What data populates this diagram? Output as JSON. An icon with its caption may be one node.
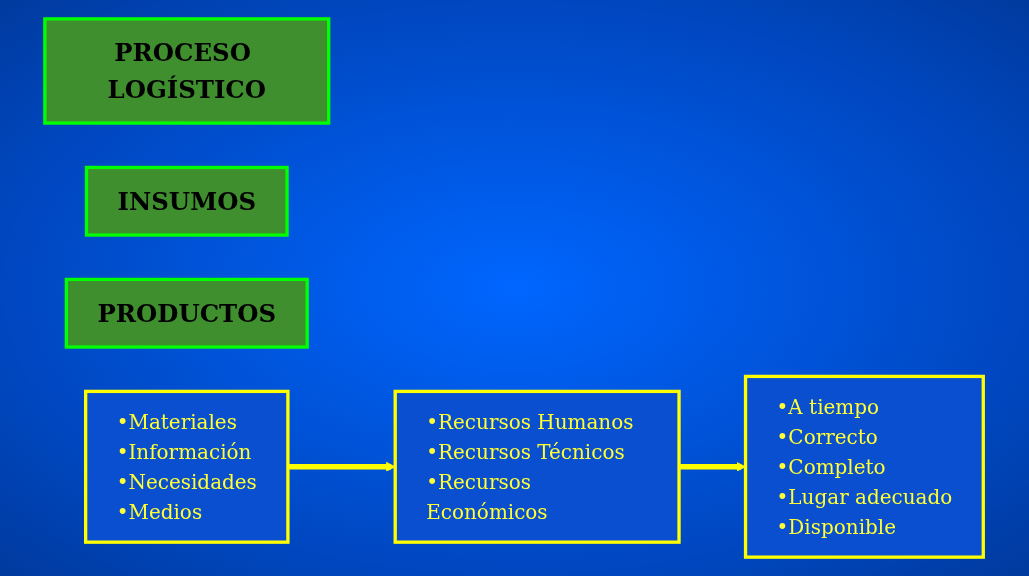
{
  "diagram": {
    "nodes": [
      {
        "text": [
          "PROCESO LOGÍSTICO"
        ]
      },
      {
        "text": [
          "INSUMOS"
        ]
      },
      {
        "text": [
          "PRODUCTOS"
        ]
      },
      {
        "text": [
          "•Materiales",
          "•Información",
          "•Necesidades",
          "•Medios"
        ]
      },
      {
        "text": [
          "•Recursos Humanos",
          "•Recursos Técnicos",
          "•Recursos Económicos"
        ]
      },
      {
        "text": [
          "•A tiempo",
          "•Correcto",
          "•Completo",
          "•Lugar adecuado",
          "•Disponible"
        ]
      }
    ],
    "edges": [
      {
        "from": 3,
        "to": 4,
        "arrow": "to"
      },
      {
        "from": 4,
        "to": 5,
        "arrow": "to"
      }
    ]
  }
}
